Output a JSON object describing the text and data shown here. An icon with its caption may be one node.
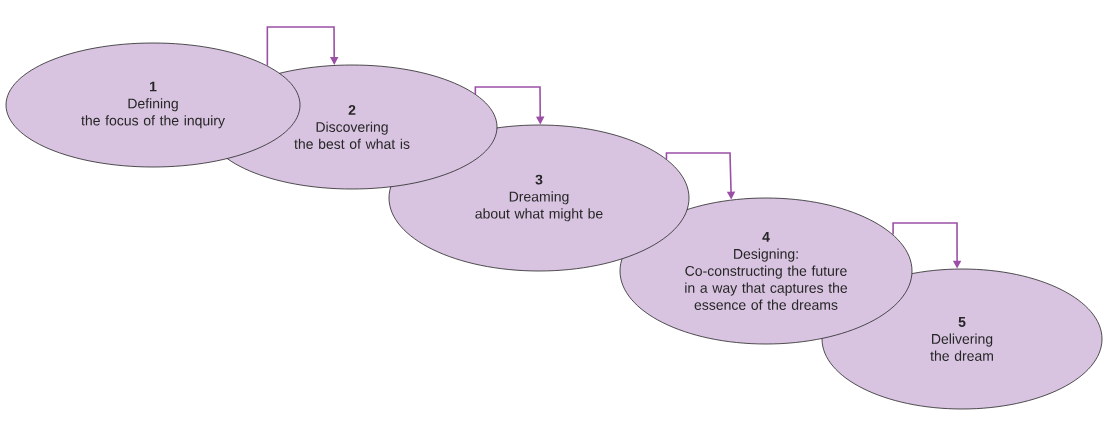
{
  "diagram": {
    "nodes": [
      {
        "text": [
          "1",
          "Defining",
          "the focus of the inquiry"
        ]
      },
      {
        "text": [
          "2",
          "Discovering",
          "the best of what is"
        ]
      },
      {
        "text": [
          "3",
          "Dreaming",
          "about what might be"
        ]
      },
      {
        "text": [
          "4",
          "Designing:",
          "Co-constructing the future in a way that captures the essence of the dreams"
        ]
      },
      {
        "text": [
          "5",
          "Delivering",
          "the dream"
        ]
      }
    ],
    "edges": [
      {
        "from": 0,
        "to": 1,
        "arrow": "to"
      },
      {
        "from": 1,
        "to": 2,
        "arrow": "to"
      },
      {
        "from": 2,
        "to": 3,
        "arrow": "to"
      },
      {
        "from": 3,
        "to": 4,
        "arrow": "to"
      }
    ]
  }
}
